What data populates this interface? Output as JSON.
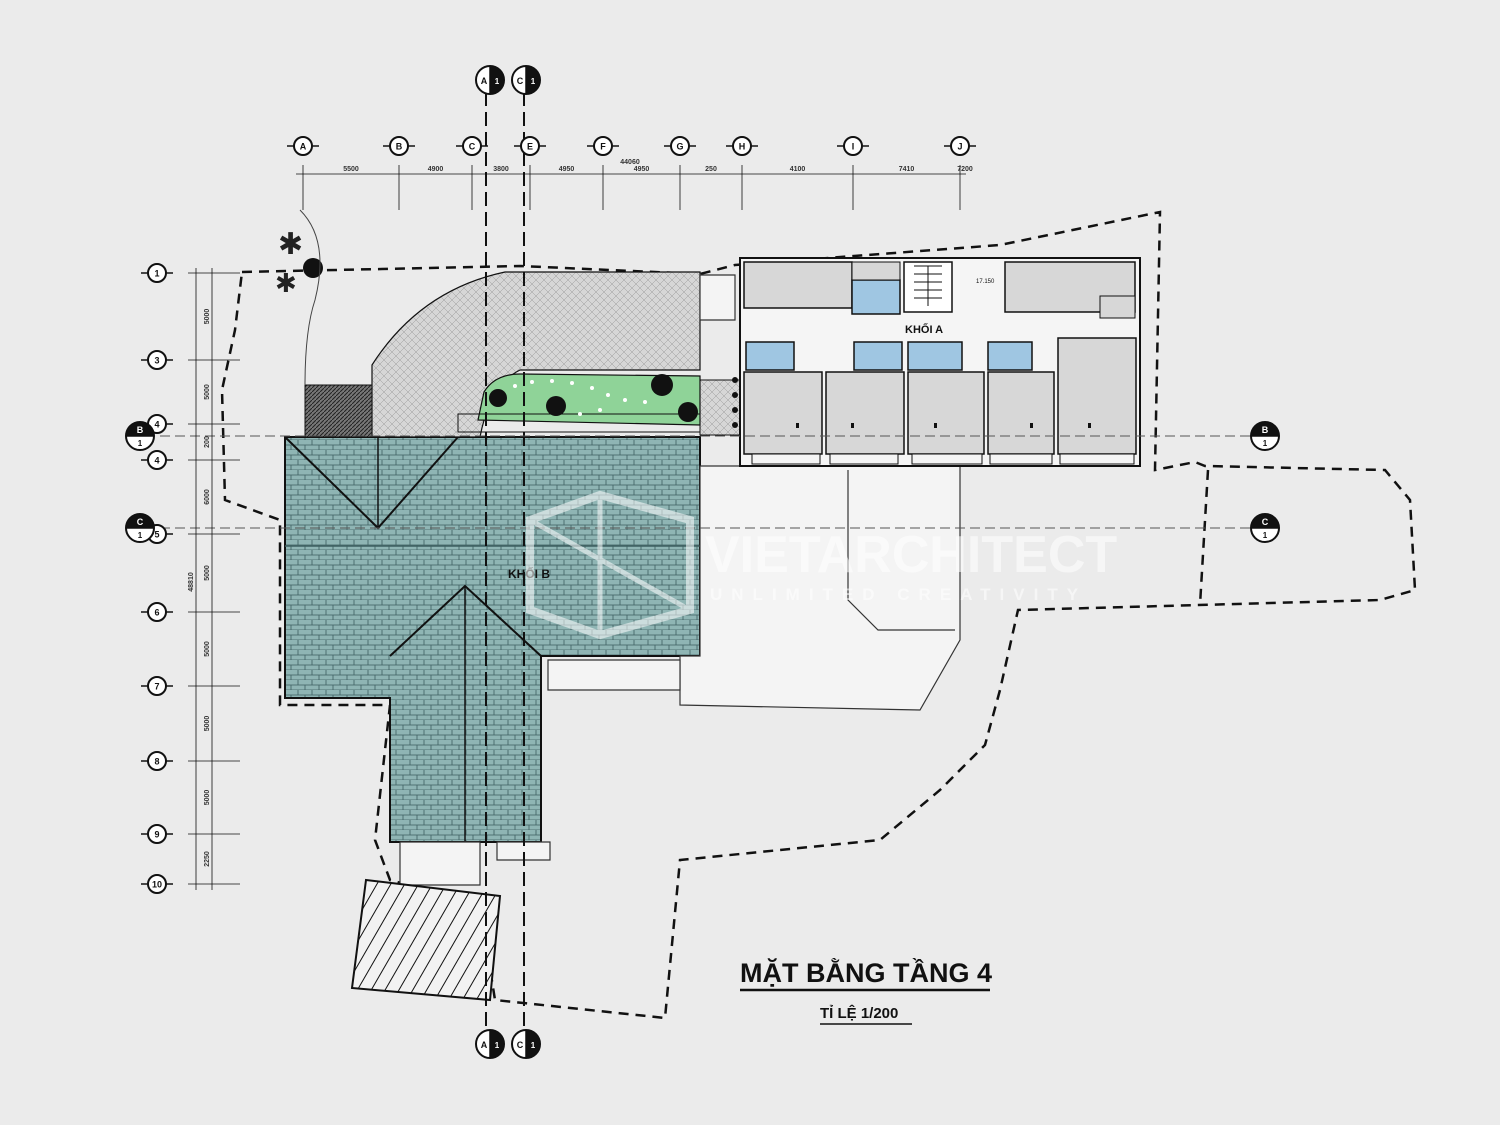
{
  "drawing": {
    "title": "MẶT BẰNG TẦNG 4",
    "scale": "TỈ LỆ 1/200"
  },
  "grid": {
    "columns": [
      "A",
      "B",
      "C",
      "E",
      "F",
      "G",
      "H",
      "I",
      "J"
    ],
    "column_spacings": [
      "5500",
      "4900",
      "3800",
      "4950",
      "4950",
      "250",
      "4100",
      "7410",
      "7200"
    ],
    "column_total": "44060",
    "rows": [
      "1",
      "3",
      "4",
      "4",
      "5",
      "6",
      "7",
      "8",
      "9",
      "10"
    ],
    "row_spacings": [
      "5000",
      "5000",
      "200",
      "6000",
      "5000",
      "5000",
      "5000",
      "5000",
      "2250"
    ],
    "row_total": "48810"
  },
  "section_markers": {
    "vertical": [
      {
        "letter": "A",
        "number": "1"
      },
      {
        "letter": "C",
        "number": "1"
      }
    ],
    "horizontal": [
      {
        "letter": "B",
        "number": "1"
      },
      {
        "letter": "C",
        "number": "1"
      }
    ]
  },
  "blocks": {
    "block_a": "KHỐI A",
    "block_b": "KHỐI B"
  },
  "level_tag": "17.150",
  "watermark": {
    "brand": "VIETARCHITECT",
    "tagline": "UNLIMITED CREATIVITY"
  },
  "colors": {
    "background": "#ebebeb",
    "roof_tile": "#8fb5b4",
    "garden": "#8fd398",
    "room_fill": "#d7d7d7",
    "wc_fill": "#9fc6e2"
  }
}
